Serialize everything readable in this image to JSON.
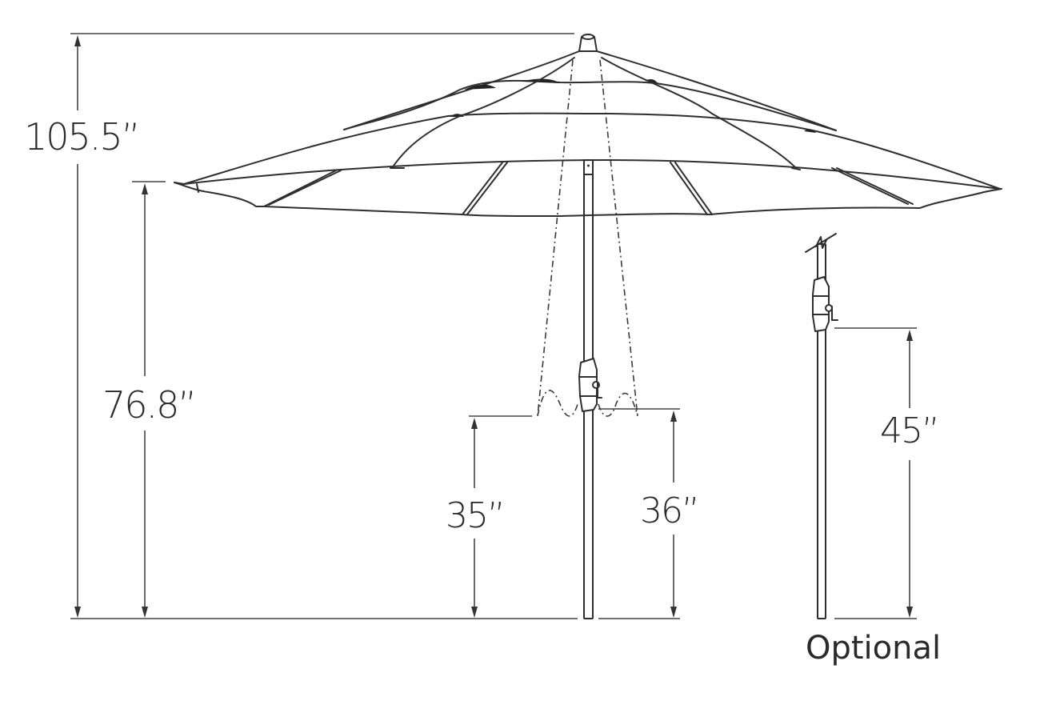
{
  "diagram": {
    "subject": "Patio market umbrella with crank lift and tilt mechanism",
    "colors": {
      "line": "#2e2e2e",
      "background": "#ffffff"
    },
    "dimensions": {
      "total_height": {
        "label": "105.5”",
        "value_in": 105.5
      },
      "canopy_clearance": {
        "label": "76.8”",
        "value_in": 76.8
      },
      "crank_height_left": {
        "label": "35”",
        "value_in": 35
      },
      "crank_height_right": {
        "label": "36”",
        "value_in": 36
      },
      "optional_crank_height": {
        "label": "45”",
        "value_in": 45
      }
    },
    "optional_caption": "Optional"
  }
}
